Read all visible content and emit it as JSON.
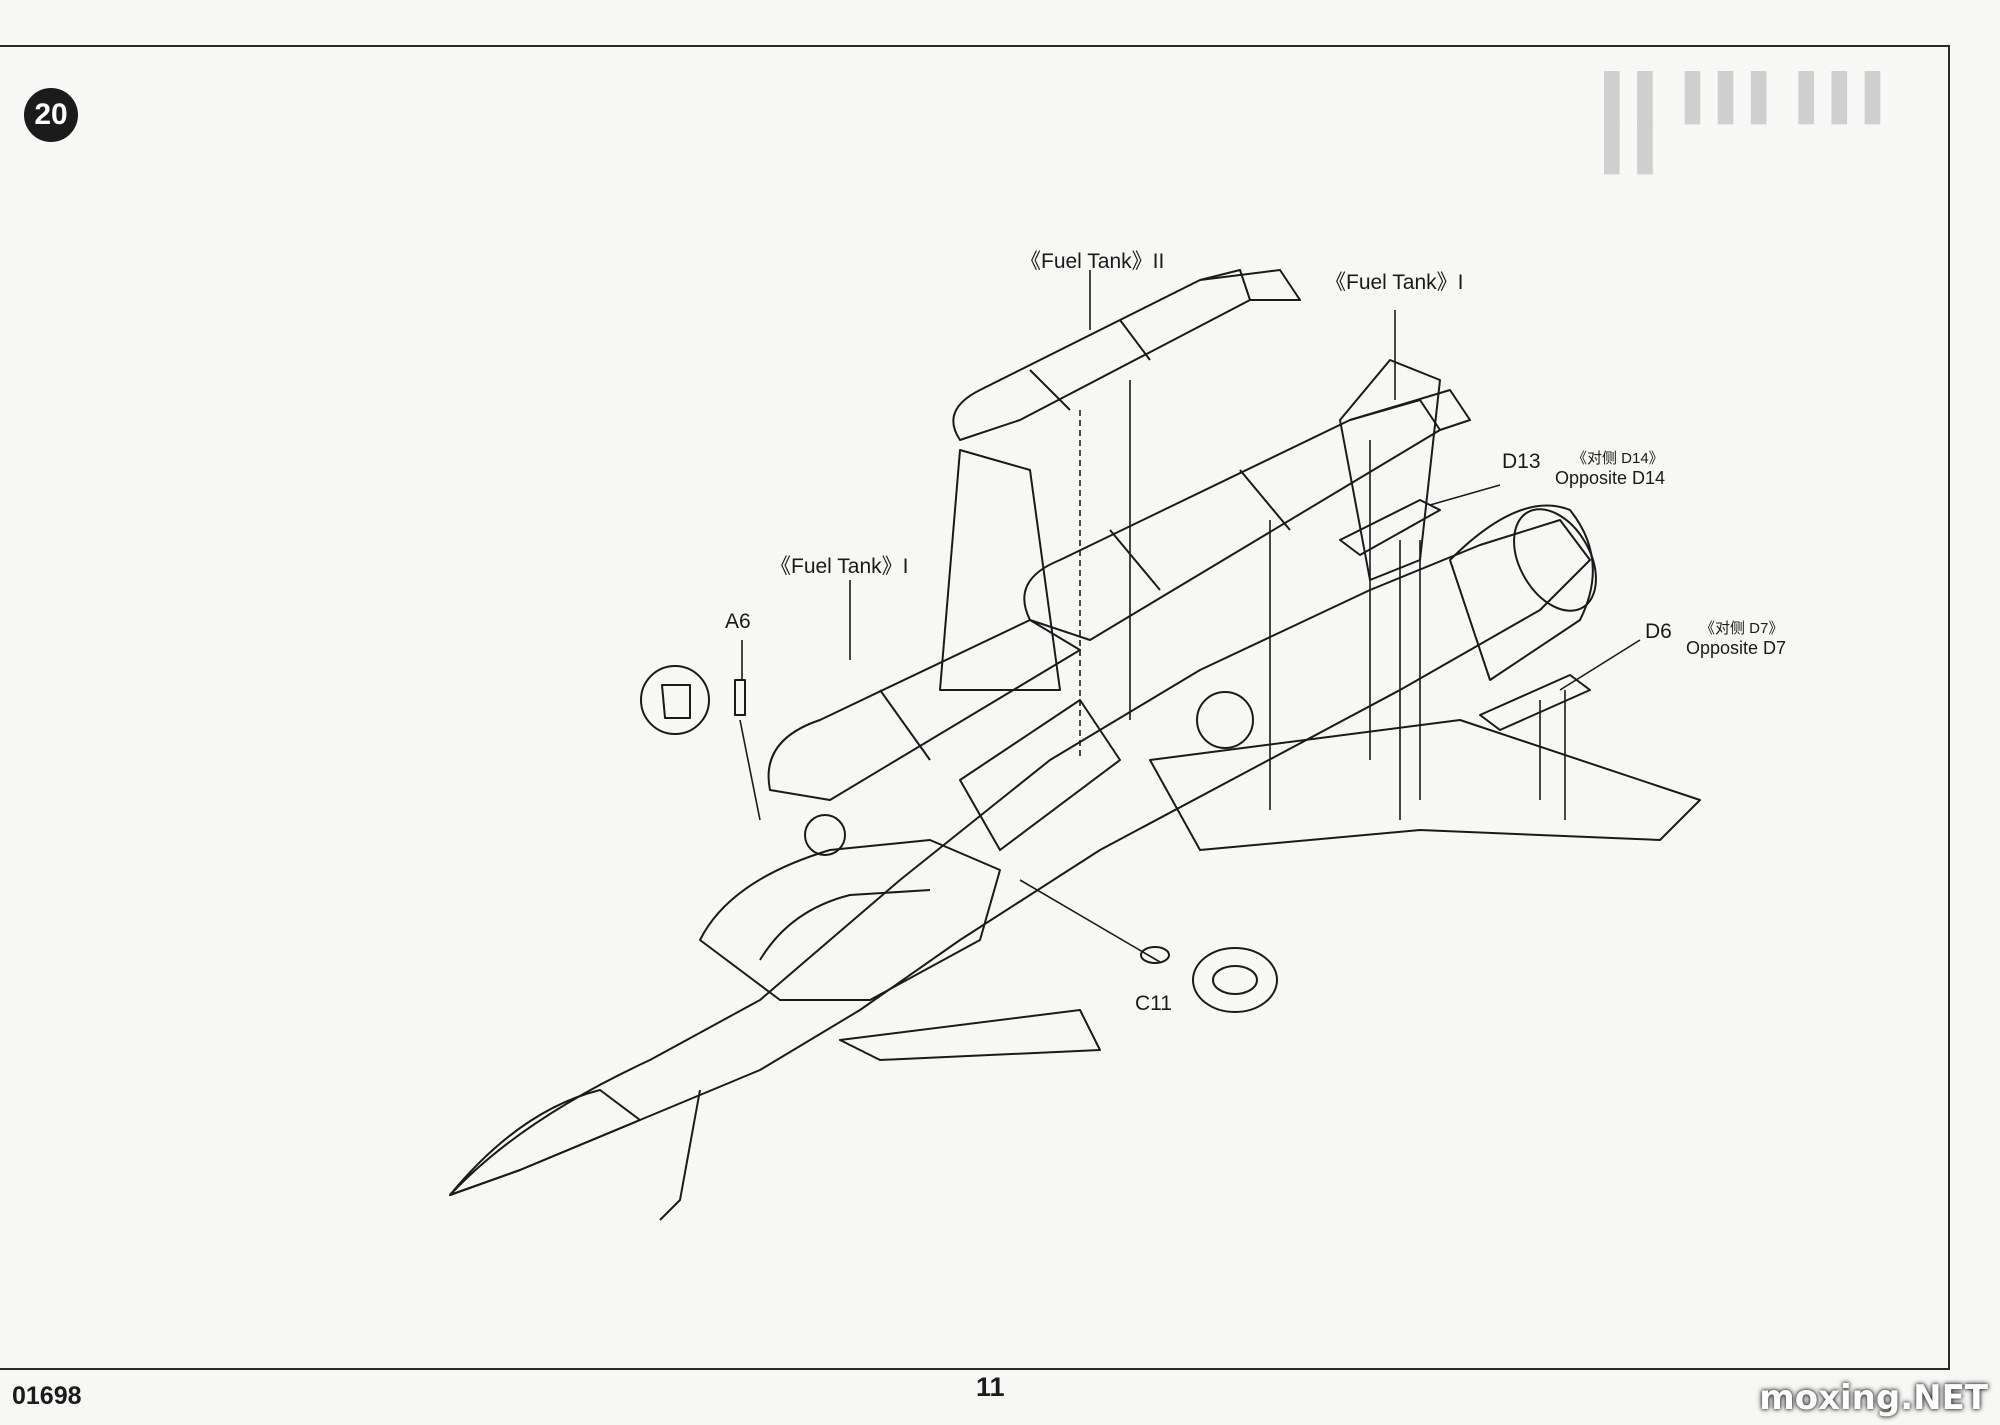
{
  "step_number": "20",
  "callouts": {
    "fuel_tank_2": "《Fuel Tank》II",
    "fuel_tank_1_top": "《Fuel Tank》I",
    "fuel_tank_1_left": "《Fuel Tank》I",
    "d13": "D13",
    "d14_cn": "《对侧 D14》",
    "d14_en": "Opposite D14",
    "d6": "D6",
    "d7_cn": "《对侧 D7》",
    "d7_en": "Opposite D7",
    "a6": "A6",
    "c11": "C11"
  },
  "footer": {
    "product_code": "01698",
    "page_number": "11"
  },
  "watermark": "moxing.NET",
  "colors": {
    "ink": "#1a1a1a",
    "paper": "#f7f7f5",
    "ghost": "#cfcfcf"
  }
}
